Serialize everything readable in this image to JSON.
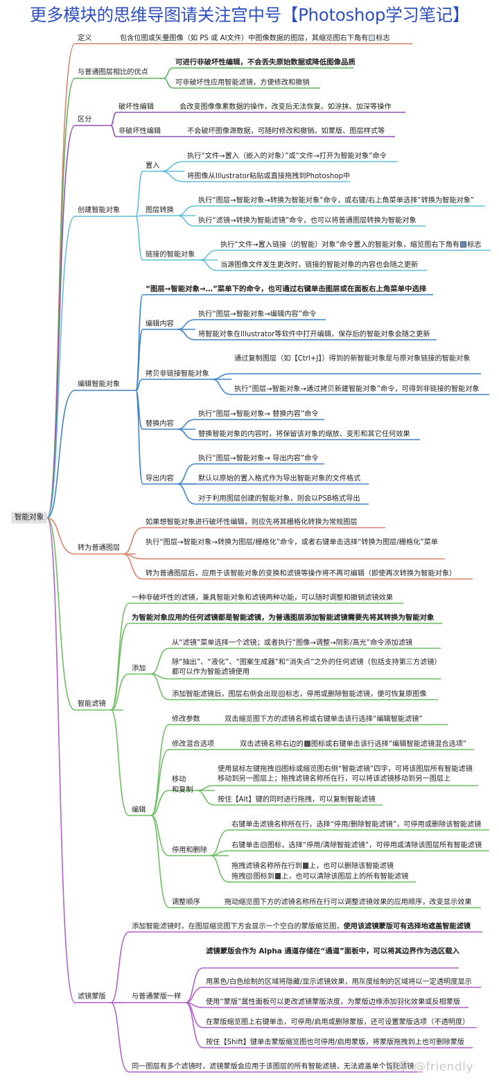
{
  "header": {
    "title": "更多模块的思维导图请关注宫中号【Photoshop学习笔记】"
  },
  "watermark": "知乎 @friendly",
  "root": {
    "label": "智能对象"
  },
  "colors": {
    "definition": "#d9826a",
    "advantage": "#58b358",
    "distinguish": "#8e4fb5",
    "create": "#62bed8",
    "edit": "#3f84c6",
    "convert": "#d9826a",
    "filter": "#6dbe62",
    "mask": "#b062c8"
  },
  "nodes": {
    "def": "定义",
    "def_desc": "包含位图或矢量图像（如 PS 或 AI文件）中图像数据的图层，其缩览图右下角有",
    "def_desc_end": "标志",
    "adv": "与普通图层相比的优点",
    "adv_1": "可进行非破坏性编辑，不会丢失原始数据或降低图像品质",
    "adv_2": "可非破坏性应用智能滤镜，方便修改和撤销",
    "dist": "区分",
    "dist_a": "破坏性编辑",
    "dist_a_desc": "会改变图像像素数据的操作，改变后无法恢复。如涂抹、加深等操作",
    "dist_b": "非破坏性编辑",
    "dist_b_desc": "不会破坏图像源数据，可随时修改和撤销。如蒙版、图层样式等",
    "create": "创建智能对象",
    "place": "置入",
    "place_1": "执行“文件→置入（嵌入的对象）”或“文件→打开为智能对象”命令",
    "place_2": "将图像从Illustrator粘贴或直接拖拽到Photoshop中",
    "layer_conv": "图层转换",
    "layer_conv_1": "执行“图层→智能对象→转换为智能对象”命令，或右键/右上角菜单选择“转换为智能对象”",
    "layer_conv_2": "执行“滤镜→转换为智能滤镜”命令，也可以将普通图层转换为智能对象",
    "linked": "链接的智能对象",
    "linked_1": "执行“文件→置入链接（的智能）对象”命令置入的智能对象，缩览图右下角有",
    "linked_1_end": "标志",
    "linked_2": "当源图像文件发生更改时，链接的智能对象的内容也会随之更新",
    "edit": "编辑智能对象",
    "edit_note": "“图层→智能对象→…”菜单下的命令，也可通过右键单击图层或在面板右上角菜单中选择",
    "edit_content": "编辑内容",
    "edit_content_1": "执行“图层→智能对象→编辑内容”命令",
    "edit_content_2": "将智能对象在Illustrator等软件中打开编辑，保存后的智能对象会随之更新",
    "copy_unlink": "拷贝非链接智能对象",
    "copy_unlink_1": "通过复制图层（如【Ctrl+J】）得到的新智能对象是与原对象链接的智能对象",
    "copy_unlink_2": "执行“图层→智能对象→通过拷贝新建智能对象”命令，可得到非链接的智能对象",
    "replace": "替换内容",
    "replace_1": "执行“图层→智能对象→ 替换内容”命令",
    "replace_2": "替换智能对象的内容时，将保留该对象的缩放、变形和其它任何效果",
    "export": "导出内容",
    "export_1": "执行“图层→智能对象→ 导出内容”命令",
    "export_2": "默认以原始的置入格式作为导出智能对象的文件格式",
    "export_3": "对于利用图层创建的智能对象，则会以PSB格式导出",
    "to_normal": "转为普通图层",
    "to_normal_1": "如果想智能对象进行破坏性编辑，则应先将其栅格化转换为常规图层",
    "to_normal_2": "执行“图层→智能对象→转换为图层/栅格化”命令，或者右键单击选择“转换为图层/栅格化”菜单",
    "to_normal_3": "转为普通图层后，应用于该智能对象的变换和滤镜等操作将不再可编辑（即使再次转换为智能对象）",
    "smart_filter": "智能滤镜",
    "sf_1": "一种非破坏性的滤镜，兼具智能对象和滤镜两种功能，可以随时调整和撤销滤镜效果",
    "sf_2": "为智能对象应用的任何滤镜都是智能滤镜，为普通图层添加智能滤镜需要先将其转换为智能对象",
    "sf_add": "添加",
    "sf_add_1": "从“滤镜”菜单选择一个滤镜；或者执行“图像→调整→阴影/高光”命令添加滤镜",
    "sf_add_2": "除“抽出”、“液化”、“图案生成器”和“消失点”之外的任何滤镜（包括支持第三方滤镜）都可以作为智能滤镜使用",
    "sf_add_3a": "添加智能滤镜后，图层右侧会出现",
    "sf_add_3b": "标志，停用或删除智能滤镜，便可恢复原图像",
    "sf_edit": "编辑",
    "mod_param": "修改参数",
    "mod_param_1": "双击缩览图下方的滤镜名称或右键单击该行选择“编辑智能滤镜”",
    "mod_blend": "修改混合选项",
    "mod_blend_1a": "双击滤镜名称右边的",
    "mod_blend_1b": "图标或右键单击该行选择“编辑智能滤镜混合选项”",
    "move_copy_1": "移动",
    "move_copy_2": "和复制",
    "move_1a": "使用鼠标左键拖拽",
    "move_1b": "图标或缩览图右侧“智能滤镜”四字，可将该图层所有智能滤镜移动到另一图层上；拖拽滤镜名称所在行，可以将该滤镜移动到另一图层上",
    "move_2": "按住【Alt】键的同时进行拖拽，可以复制智能滤镜",
    "disable_delete": "停用和删除",
    "dd_1": "右键单击滤镜名称所在行，选择“停用/删除智能滤镜”，可停用或删除该智能滤镜",
    "dd_2a": "右键单击",
    "dd_2b": "图标，选择“停用/清除智能滤镜”，可停用或清除该图层所有智能滤镜",
    "dd_3a": "拖拽滤镜名称所在行到",
    "dd_3b": "上，也可以删除该智能滤镜",
    "dd_4a": "拖拽",
    "dd_4b": "图标到",
    "dd_4c": "上，也可以清除该图层上的所有智能滤镜",
    "order": "调整顺序",
    "order_1": "拖动缩览图下方的滤镜名称所在行可以调整滤镜效果的应用顺序，改变显示效果",
    "mask": "滤镜蒙版",
    "mask_1a": "添加智能滤镜时，在图层缩览图下方会显示一个空白的蒙版缩览图，",
    "mask_1b": "使用该滤镜蒙版可有选择地遮盖智能滤镜",
    "mask_same": "与普通蒙版一样",
    "ms_1": "滤镜蒙版会作为 Alpha 通道存储在“通道”面板中，可以将其边界作为选区载入",
    "ms_2": "用黑色/白色绘制的区域将隐藏/显示滤镜效果，用灰度绘制的区域将以一定透明度显示",
    "ms_3": "使用“蒙版”属性面板可以更改滤镜蒙版浓度，为蒙版边缘添加羽化效果或反相蒙版",
    "ms_4": "在蒙版缩览图上右键单击，可停用/启用或删除蒙版，还可设置蒙版选项（不透明度）",
    "ms_5": "按住【Shift】键单击蒙版缩览图也可停用/启用蒙版，将蒙版拖拽到上也可删除蒙版",
    "mask_2": "同一图层有多个滤镜时，滤镜蒙版会应用于该图层的所有智能滤镜，无法遮盖单个智能滤镜"
  }
}
